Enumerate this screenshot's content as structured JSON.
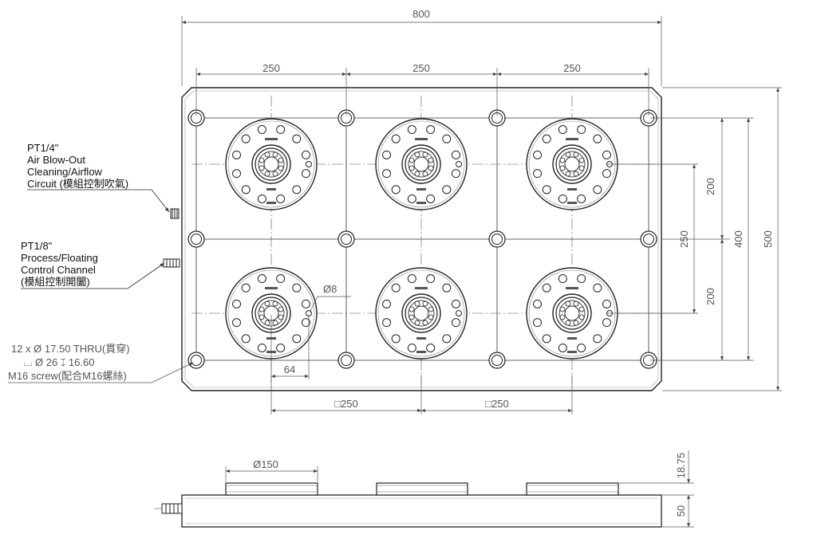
{
  "top_view": {
    "dimensions": {
      "overall_width": "800",
      "pitch_1": "250",
      "pitch_2": "250",
      "pitch_3": "250",
      "height_200_top": "200",
      "height_250": "250",
      "height_200_bottom": "200",
      "height_400": "400",
      "height_500": "500",
      "pin_diameter": "Ø8",
      "pin_offset": "64",
      "square_1": "□250",
      "square_2": "□250"
    },
    "notes": {
      "air_blow": [
        "PT1/4\"",
        "Air Blow-Out",
        "Cleaning/Airflow",
        "Circuit (模組控制吹氣)"
      ],
      "process_channel": [
        "PT1/8\"",
        "Process/Floating",
        "Control Channel",
        "(模組控制開闔)"
      ],
      "holes": [
        "12 x  Ø  17.50 THRU(貫穿)",
        "⌴  Ø  26  ↧  16.60",
        "M16 screw(配合M16螺絲)"
      ]
    }
  },
  "side_view": {
    "dimensions": {
      "module_diameter": "Ø150",
      "module_height": "18.75",
      "plate_thickness": "50"
    }
  }
}
